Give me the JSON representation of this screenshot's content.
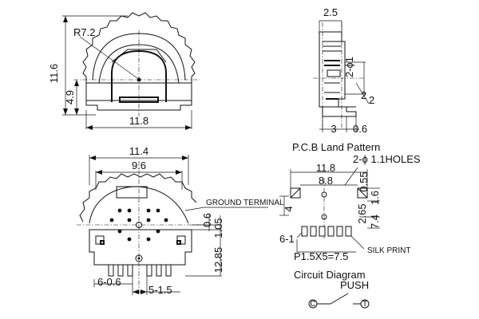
{
  "dimensions": {
    "radius": "R7.2",
    "height_total": "11.6",
    "height_lower": "4.9",
    "width_top": "11.8",
    "side_width": "2.5",
    "side_hole": "2-ϕ1",
    "side_two": "2",
    "side_three": "3",
    "side_point_six": "0.6",
    "front_width": "11.4",
    "front_inner": "9.6",
    "front_point_six": "0.6",
    "front_1_05": "1.05",
    "front_12_85": "12.85",
    "pins_bottom_left": "6-0.6",
    "pins_bottom_pitch": "5-1.5",
    "land_width": "11.8",
    "land_inner": "8.8",
    "land_holes": "2-ϕ 1.1HOLES",
    "land_0_55": "0.55",
    "land_1_6": "1.6",
    "land_4": "4",
    "land_2_65": "2.65",
    "land_7_4": "7.4",
    "land_pads_left": "6-1",
    "land_pitch": "P1.5X5=7.5"
  },
  "labels": {
    "pcb_title": "P.C.B Land Pattern",
    "ground_terminal": "GROUND TERMINAL",
    "silk_print": "SILK PRINT",
    "circuit_title": "Circuit Diagram",
    "push": "PUSH",
    "terminal_c": "C",
    "terminal_t": "T"
  }
}
